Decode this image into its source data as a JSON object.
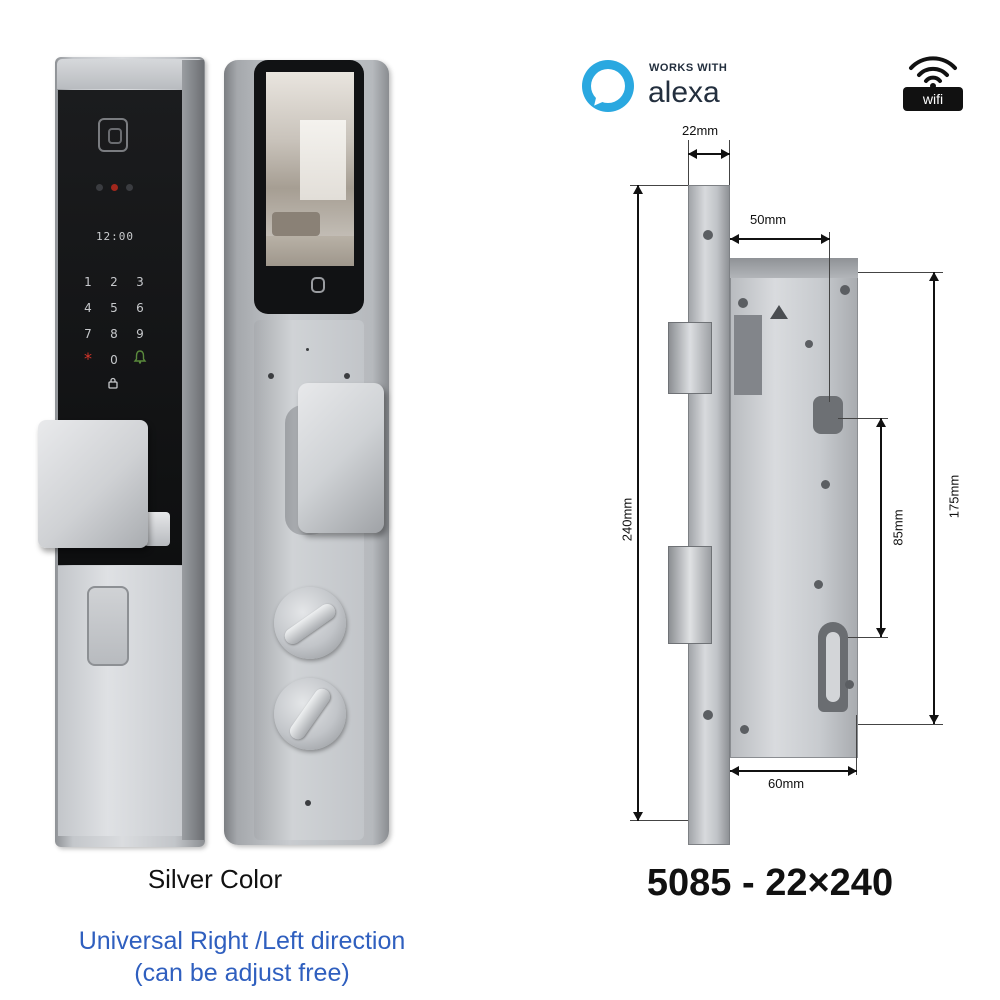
{
  "badges": {
    "alexa_small": "WORKS WITH",
    "alexa_big": "alexa",
    "wifi_label": "wifi"
  },
  "lock_display": {
    "clock": "12:00",
    "keypad": [
      "1",
      "2",
      "3",
      "4",
      "5",
      "6",
      "7",
      "8",
      "9",
      "*",
      "0",
      "bell-icon"
    ]
  },
  "dimensions": {
    "faceplate_width": "22mm",
    "backset": "50mm",
    "faceplate_height": "240mm",
    "case_height": "175mm",
    "center_distance": "85mm",
    "case_width": "60mm"
  },
  "captions": {
    "color": "Silver Color",
    "model": "5085 - 22×240",
    "direction_line1": "Universal Right /Left direction",
    "direction_line2": "(can be adjust free)"
  },
  "colors": {
    "direction_text": "#2f5fbf",
    "alexa_blue": "#2aa8e0"
  }
}
